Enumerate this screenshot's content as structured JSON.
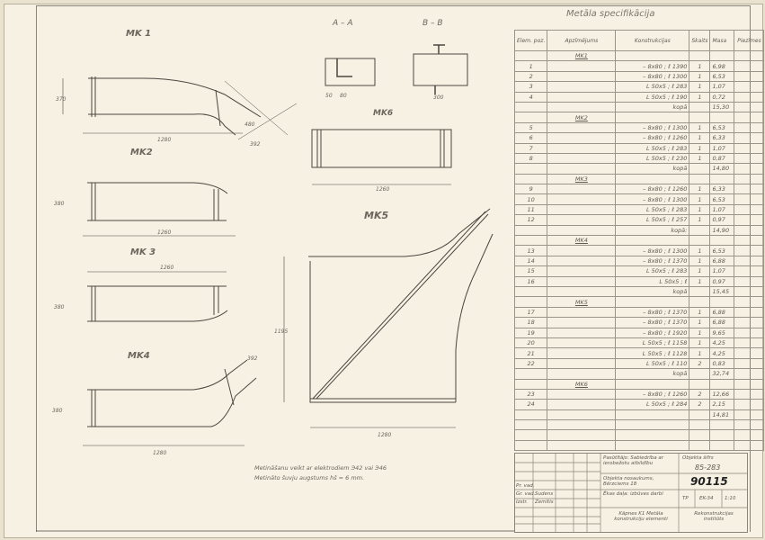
{
  "drawing": {
    "views": {
      "mk1": "MK 1",
      "mk2": "MK2",
      "mk3": "MK 3",
      "mk4": "MK4",
      "mk5": "MK5",
      "mk6": "MK6",
      "section_a": "A – A",
      "section_b": "B – B"
    },
    "dimensions": {
      "mk1_length": "1280",
      "mk1_height": "370",
      "mk1_right": "392",
      "mk1_r": "480",
      "mk2_length": "1260",
      "mk2_height": "380",
      "mk3_length": "1260",
      "mk3_height": "380",
      "mk4_length": "1280",
      "mk4_top": "392",
      "mk4_height": "380",
      "mk5_length": "1280",
      "mk5_height": "1195",
      "mk6_length": "1260",
      "sec_a_w": "50",
      "sec_a_w2": "80",
      "sec_b_w": "300"
    },
    "notes": [
      "Metināšanu veikt ar elektrodiem Э42 vai Э46",
      "Metināto šuvju augstums hš = 6 mm."
    ]
  },
  "spec": {
    "title": "Metāla specifikācija",
    "headers": [
      "Elem. poz.",
      "Apzīmējums",
      "Konstrukcijas",
      "Skaits",
      "Masa",
      "Piezīmes"
    ],
    "rows": [
      {
        "group": "MK1"
      },
      {
        "pos": "1",
        "item": "– 8x80 ; ℓ 1390",
        "qty": "1",
        "mass": "6,98"
      },
      {
        "pos": "2",
        "item": "– 8x80 ; ℓ 1300",
        "qty": "1",
        "mass": "6,53"
      },
      {
        "pos": "3",
        "item": "L 50x5 ; ℓ 283",
        "qty": "1",
        "mass": "1,07"
      },
      {
        "pos": "4",
        "item": "L 50x5 ; ℓ 190",
        "qty": "1",
        "mass": "0,72"
      },
      {
        "total_label": "kopā",
        "mass": "15,30"
      },
      {
        "group": "MK2"
      },
      {
        "pos": "5",
        "item": "– 8x80 ; ℓ 1300",
        "qty": "1",
        "mass": "6,53"
      },
      {
        "pos": "6",
        "item": "– 8x80 ; ℓ 1260",
        "qty": "1",
        "mass": "6,33"
      },
      {
        "pos": "7",
        "item": "L 50x5 ; ℓ 283",
        "qty": "1",
        "mass": "1,07"
      },
      {
        "pos": "8",
        "item": "L 50x5 ; ℓ 230",
        "qty": "1",
        "mass": "0,87"
      },
      {
        "total_label": "kopā",
        "mass": "14,80"
      },
      {
        "group": "MK3"
      },
      {
        "pos": "9",
        "item": "– 8x80 ; ℓ 1260",
        "qty": "1",
        "mass": "6,33"
      },
      {
        "pos": "10",
        "item": "– 8x80 ; ℓ 1300",
        "qty": "1",
        "mass": "6,53"
      },
      {
        "pos": "11",
        "item": "L 50x5 ; ℓ 283",
        "qty": "1",
        "mass": "1,07"
      },
      {
        "pos": "12",
        "item": "L 50x5 ; ℓ 257",
        "qty": "1",
        "mass": "0,97"
      },
      {
        "total_label": "kopā:",
        "mass": "14,90"
      },
      {
        "group": "MK4"
      },
      {
        "pos": "13",
        "item": "– 8x80 ; ℓ 1300",
        "qty": "1",
        "mass": "6,53"
      },
      {
        "pos": "14",
        "item": "– 8x80 ; ℓ 1370",
        "qty": "1",
        "mass": "6,88"
      },
      {
        "pos": "15",
        "item": "L 50x5 ; ℓ 283",
        "qty": "1",
        "mass": "1,07"
      },
      {
        "pos": "16",
        "item": "L 50x5 ; ℓ",
        "qty": "1",
        "mass": "0,97"
      },
      {
        "total_label": "kopā",
        "mass": "15,45"
      },
      {
        "group": "MK5"
      },
      {
        "pos": "17",
        "item": "– 8x80 ; ℓ 1370",
        "qty": "1",
        "mass": "6,88"
      },
      {
        "pos": "18",
        "item": "– 8x80 ; ℓ 1370",
        "qty": "1",
        "mass": "6,88"
      },
      {
        "pos": "19",
        "item": "– 8x80 ; ℓ 1920",
        "qty": "1",
        "mass": "9,65"
      },
      {
        "pos": "20",
        "item": "L 50x5 ; ℓ 1158",
        "qty": "1",
        "mass": "4,25"
      },
      {
        "pos": "21",
        "item": "L 50x5 ; ℓ 1128",
        "qty": "1",
        "mass": "4,25"
      },
      {
        "pos": "22",
        "item": "L 50x5 ; ℓ 110",
        "qty": "2",
        "mass": "0,83"
      },
      {
        "total_label": "kopā",
        "mass": "32,74"
      },
      {
        "group": "MK6"
      },
      {
        "pos": "23",
        "item": "– 8x80 ; ℓ 1260",
        "qty": "2",
        "mass": "12,66"
      },
      {
        "pos": "24",
        "item": "L 50x5 ; ℓ 284",
        "qty": "2",
        "mass": "2,15"
      },
      {
        "mass": "14,81"
      },
      {},
      {},
      {}
    ]
  },
  "title_block": {
    "client": "Pasūtītājs: Sabiedrība ar ierobežotu atbildību",
    "object_code_label": "Objekta šifrs",
    "object_code": "85-283",
    "object": "Objekta nosaukums, Bērzciems 18",
    "drawing_no": "90115",
    "sheet_title": "Ēkas daļa: izbūves darbi",
    "stage": "TP",
    "sheet": "EK-34",
    "sheets": "1:10",
    "content": "Kāpnes K1 Metāla konstrukciju elementi",
    "org": "Rekonstrukcijas institūts",
    "roles": [
      "Pr. vad.",
      "Gr. vad.",
      "Izstr."
    ],
    "names": [
      "",
      "Sudens",
      "Zemītis"
    ]
  }
}
